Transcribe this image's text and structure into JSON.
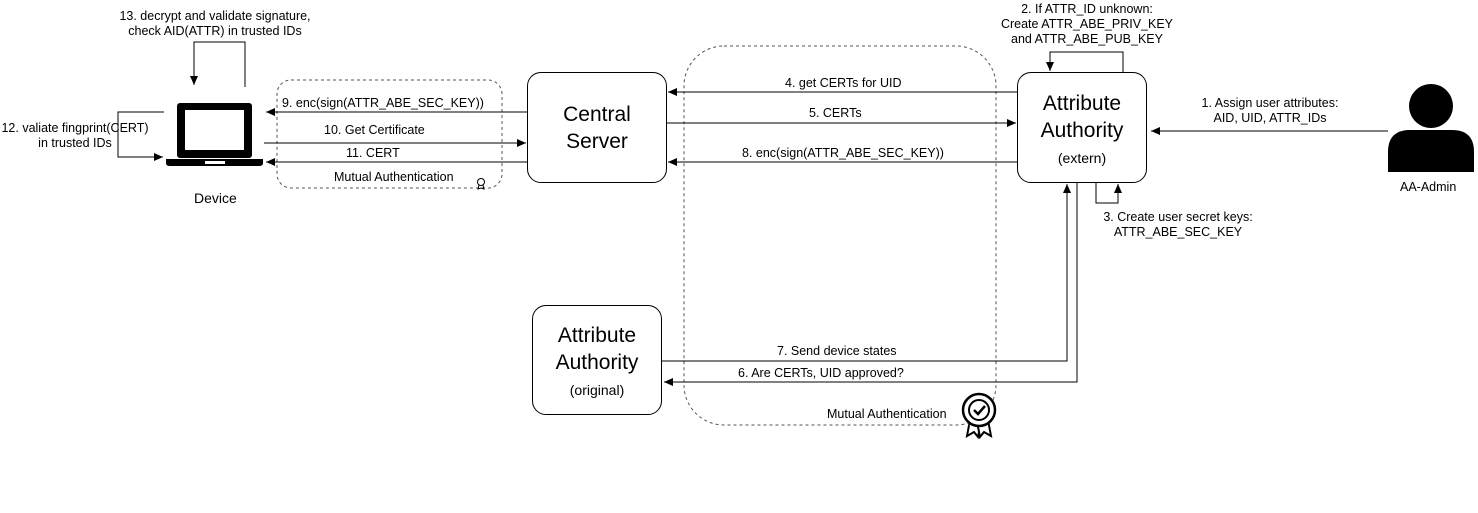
{
  "nodes": {
    "central_server": {
      "line1": "Central",
      "line2": "Server"
    },
    "attr_authority_extern": {
      "line1": "Attribute",
      "line2": "Authority",
      "sub": "(extern)"
    },
    "attr_authority_original": {
      "line1": "Attribute",
      "line2": "Authority",
      "sub": "(original)"
    },
    "device": {
      "label": "Device"
    },
    "admin": {
      "label": "AA-Admin"
    }
  },
  "mutual_auth_small": "Mutual Authentication",
  "mutual_auth_large": "Mutual Authentication",
  "steps": {
    "s1": {
      "line1": "1. Assign user attributes:",
      "line2": "AID, UID, ATTR_IDs"
    },
    "s2": {
      "line1": "2. If ATTR_ID unknown:",
      "line2": "Create ATTR_ABE_PRIV_KEY",
      "line3": "and ATTR_ABE_PUB_KEY"
    },
    "s3": {
      "line1": "3. Create user secret keys:",
      "line2": "ATTR_ABE_SEC_KEY"
    },
    "s4": "4. get CERTs for UID",
    "s5": "5. CERTs",
    "s6": "6. Are CERTs, UID approved?",
    "s7": "7. Send device states",
    "s8": "8. enc(sign(ATTR_ABE_SEC_KEY))",
    "s9": "9. enc(sign(ATTR_ABE_SEC_KEY))",
    "s10": "10. Get Certificate",
    "s11": "11. CERT",
    "s12": {
      "line1": "12. valiate fingprint(CERT)",
      "line2": "in trusted IDs"
    },
    "s13": {
      "line1": "13. decrypt and validate signature,",
      "line2": "check AID(ATTR) in trusted IDs"
    }
  }
}
